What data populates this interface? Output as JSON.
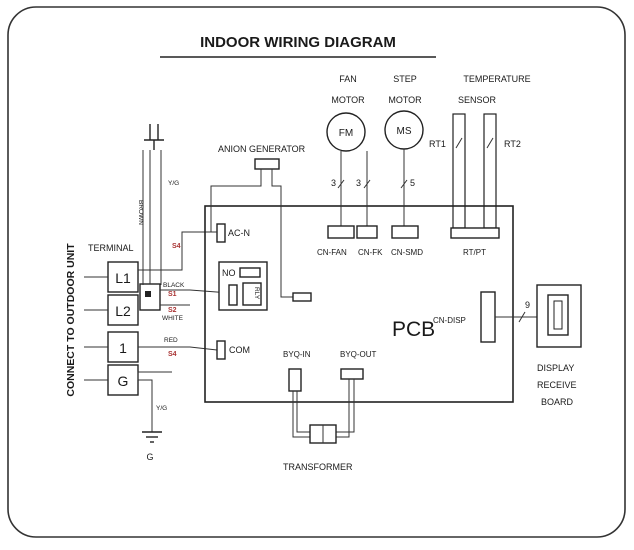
{
  "title": "INDOOR WIRING DIAGRAM",
  "side_label": "CONNECT TO OUTDOOR UNIT",
  "terminal": {
    "label": "TERMINAL",
    "items": [
      "L1",
      "L2",
      "1",
      "G"
    ]
  },
  "anion_generator": "ANION GENERATOR",
  "fan_motor": {
    "label_line1": "FAN",
    "label_line2": "MOTOR",
    "symbol": "FM",
    "wires": "3"
  },
  "step_motor": {
    "label_line1": "STEP",
    "label_line2": "MOTOR",
    "symbol": "MS",
    "wires": "5"
  },
  "temperature_sensor": {
    "label_line1": "TEMPERATURE",
    "label_line2": "SENSOR",
    "rt1": "RT1",
    "rt2": "RT2"
  },
  "connectors": {
    "cn_fan": "CN-FAN",
    "cn_fk": "CN-FK",
    "cn_smd": "CN-SMD",
    "rt_pt": "RT/PT",
    "ac_n": "AC-N",
    "com": "COM",
    "no": "NO",
    "relay": "RLY",
    "cn_disp": "CN-DISP",
    "byq_in": "BYQ-IN",
    "byq_out": "BYQ-OUT"
  },
  "pcb": "PCB",
  "display_board": {
    "line1": "DISPLAY",
    "line2": "RECEIVE",
    "line3": "BOARD",
    "wires": "9"
  },
  "transformer": "TRANSFORMER",
  "ground": "G",
  "wire_labels": {
    "yg": "Y/G",
    "yg2": "Y/G",
    "brown": "BROWN",
    "black": "BLACK",
    "white": "WHITE",
    "red": "RED",
    "s4a": "S4",
    "s1": "S1",
    "s2": "S2",
    "s4b": "S4"
  }
}
